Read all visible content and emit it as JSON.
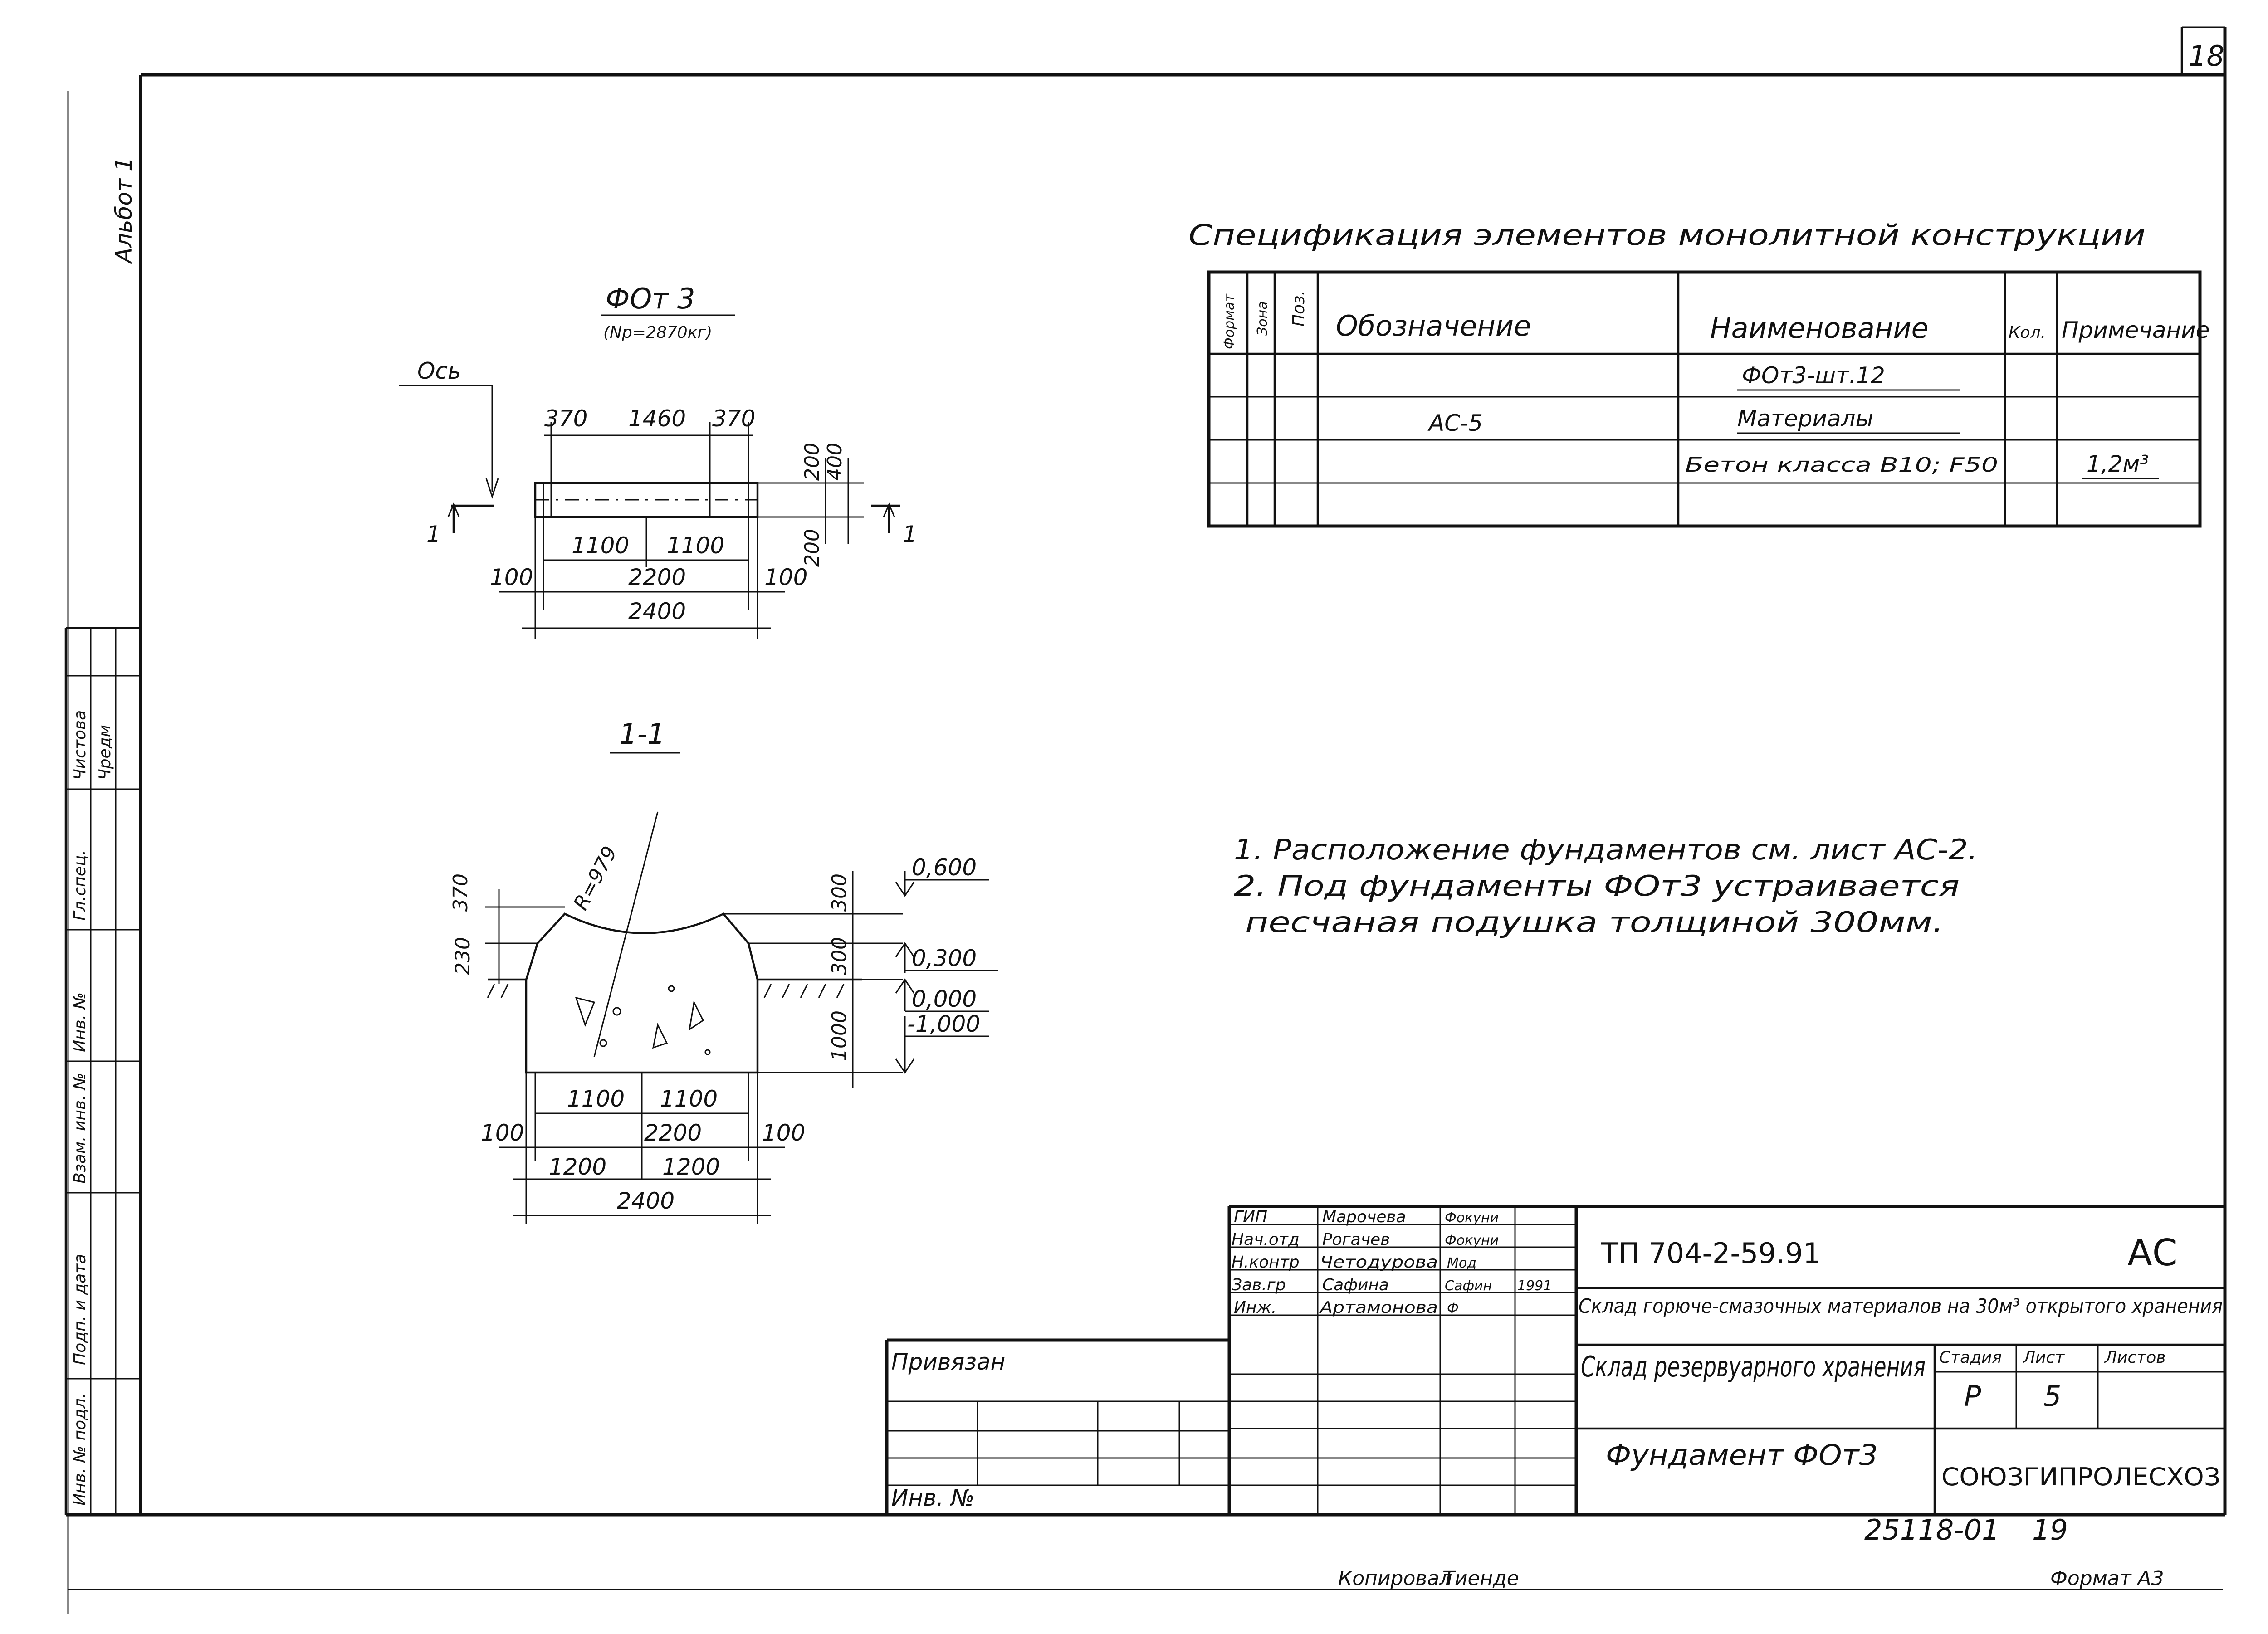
{
  "sheet": {
    "page_number": "18",
    "album_label": "Альбот 1",
    "format_label": "Формат А3",
    "copied_label": "Копировал",
    "copied_signature": "Тиенде",
    "doc_number": "25118-01",
    "doc_number_sheet": "19"
  },
  "plan": {
    "title": "ФОт 3",
    "subtitle": "(Np=2870кг)",
    "axis_label": "Ось",
    "section_mark": "1",
    "dims_top": [
      "370",
      "1460",
      "370"
    ],
    "dims_right": [
      "200",
      "400",
      "200"
    ],
    "dims_bottom_row1": [
      "1100",
      "1100"
    ],
    "dims_bottom_row2": [
      "100",
      "2200",
      "100"
    ],
    "dims_bottom_row3": [
      "2400"
    ]
  },
  "section": {
    "title": "1-1",
    "radius_label": "R=979",
    "dims_left": [
      "370",
      "230"
    ],
    "dims_right": [
      "300",
      "300",
      "1000"
    ],
    "levels": [
      "0,600",
      "0,300",
      "0,000",
      "-1,000"
    ],
    "dims_bottom_row1": [
      "1100",
      "1100"
    ],
    "dims_bottom_row2": [
      "100",
      "2200",
      "100"
    ],
    "dims_bottom_row3": [
      "1200",
      "1200"
    ],
    "dims_bottom_row4": [
      "2400"
    ]
  },
  "spec": {
    "title": "Спецификация элементов монолитной конструкции",
    "headers": {
      "format": "Формат",
      "zone": "Зона",
      "pos": "Поз.",
      "designation": "Обозначение",
      "name": "Наименование",
      "qty": "Кол.",
      "note": "Примечание"
    },
    "rows": [
      {
        "designation": "",
        "name": "ФОт3-шт.12",
        "qty": "",
        "note": ""
      },
      {
        "designation": "АС-5",
        "name": "Материалы",
        "qty": "",
        "note": ""
      },
      {
        "designation": "",
        "name": "Бетон класса В10; F50",
        "qty": "",
        "note": "1,2м³"
      },
      {
        "designation": "",
        "name": "",
        "qty": "",
        "note": ""
      }
    ]
  },
  "notes": [
    "1. Расположение фундаментов см. лист АС-2.",
    "2. Под фундаменты ФОт3 устраивается",
    "песчаная подушка толщиной 300мм."
  ],
  "left_strip": {
    "labels": [
      "Инв. № подл.",
      "Подп. и дата",
      "Взам. инв. №",
      "Инв. №",
      "Гл.спец.",
      "Чистова",
      "Чредм"
    ]
  },
  "stamp": {
    "privyazan": "Привязан",
    "inv_no": "Инв. №",
    "roles": [
      {
        "role": "ГИП",
        "name": "Марочева",
        "sign": "Фокуни"
      },
      {
        "role": "Нач.отд",
        "name": "Рогачев",
        "sign": "Фокуни"
      },
      {
        "role": "Н.контр",
        "name": "Четодурова",
        "sign": "Мод"
      },
      {
        "role": "Зав.гр",
        "name": "Сафина",
        "sign": "Сафин",
        "date": "1991"
      },
      {
        "role": "Инж.",
        "name": "Артамонова",
        "sign": "Ф"
      }
    ],
    "code": "ТП 704-2-59.91",
    "mark": "АС",
    "project_title": "Склад горюче-смазочных материалов на 30м³ открытого хранения",
    "building_title": "Склад резервуарного хранения",
    "stage_label": "Стадия",
    "sheet_label": "Лист",
    "sheets_label": "Листов",
    "stage": "Р",
    "sheet": "5",
    "drawing_title": "Фундамент ФОт3",
    "organization": "СОЮЗГИПРОЛЕСХОЗ"
  }
}
